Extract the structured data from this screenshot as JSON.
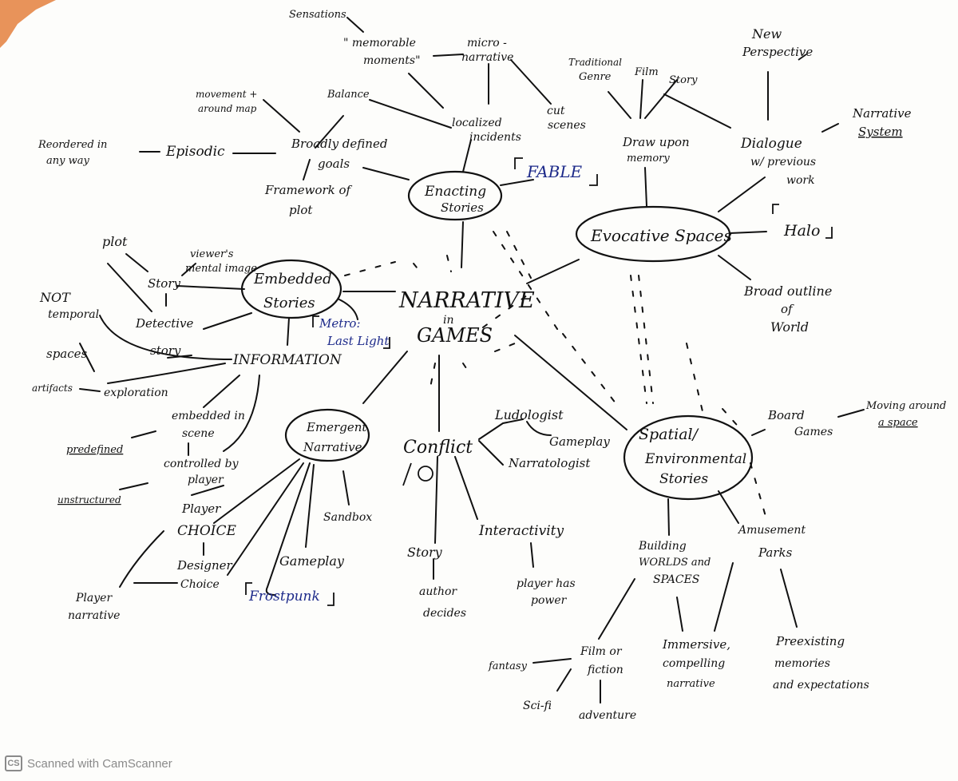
{
  "nodes": {
    "center_1": "NARRATIVE",
    "center_2": "in",
    "center_3": "GAMES",
    "enacting_1": "Enacting",
    "enacting_2": "Stories",
    "evocative": "Evocative Spaces",
    "embedded_1": "Embedded",
    "embedded_2": "Stories",
    "emergent_1": "Emergent",
    "emergent_2": "Narrative",
    "spatial_1": "Spatial/",
    "spatial_2": "Environmental",
    "spatial_3": "Stories",
    "conflict": "Conflict"
  },
  "labels": {
    "sensations": "Sensations",
    "memorable_1": "\" memorable",
    "memorable_2": "moments\"",
    "micro_1": "micro -",
    "micro_2": "narrative",
    "cut_1": "cut",
    "cut_2": "scenes",
    "localized_1": "localized",
    "localized_2": "incidents",
    "balance": "Balance",
    "movement_1": "movement +",
    "movement_2": "around map",
    "broadly_1": "Broadly defined",
    "broadly_2": "goals",
    "episodic": "Episodic",
    "reordered_1": "Reordered in",
    "reordered_2": "any way",
    "framework_1": "Framework of",
    "framework_2": "plot",
    "fable": "FABLE",
    "traditional_1": "Traditional",
    "traditional_2": "Genre",
    "film": "Film",
    "story_top": "Story",
    "draw_1": "Draw upon",
    "draw_2": "memory",
    "new_1": "New",
    "new_2": "Perspective",
    "dialogue_1": "Dialogue",
    "dialogue_2": "w/ previous",
    "dialogue_3": "work",
    "narrative_sys_1": "Narrative",
    "narrative_sys_2": "System",
    "halo": "Halo",
    "broad_1": "Broad outline",
    "broad_2": "of",
    "broad_3": "World",
    "plot": "plot",
    "story_left": "Story",
    "viewers_1": "viewer's",
    "viewers_2": "mental image",
    "not_1": "NOT",
    "not_2": "temporal",
    "detective_1": "Detective",
    "detective_2": "story",
    "spaces": "spaces",
    "metro_1": "Metro:",
    "metro_2": "Last Light",
    "information": "INFORMATION",
    "artifacts": "artifacts",
    "exploration": "exploration",
    "embedded_scene_1": "embedded in",
    "embedded_scene_2": "scene",
    "predefined": "predefined",
    "controlled_1": "controlled by",
    "controlled_2": "player",
    "unstructured": "unstructured",
    "player_choice_1": "Player",
    "player_choice_2": "CHOICE",
    "designer_1": "Designer",
    "designer_2": "Choice",
    "player_narr_1": "Player",
    "player_narr_2": "narrative",
    "sandbox": "Sandbox",
    "gameplay_low": "Gameplay",
    "frostpunk": "Frostpunk",
    "ludologist": "Ludologist",
    "gameplay_right": "Gameplay",
    "narratologist": "Narratologist",
    "interactivity": "Interactivity",
    "player_power_1": "player has",
    "player_power_2": "power",
    "story_low": "Story",
    "author_1": "author",
    "author_2": "decides",
    "board_1": "Board",
    "board_2": "Games",
    "moving_1": "Moving around",
    "moving_2": "a space",
    "building_1": "Building",
    "building_2": "WORLDS and",
    "building_3": "SPACES",
    "amusement_1": "Amusement",
    "amusement_2": "Parks",
    "film_fiction_1": "Film or",
    "film_fiction_2": "fiction",
    "fantasy": "fantasy",
    "scifi": "Sci-fi",
    "adventure": "adventure",
    "immersive_1": "Immersive,",
    "immersive_2": "compelling",
    "immersive_3": "narrative",
    "preexisting_1": "Preexisting",
    "preexisting_2": "memories",
    "preexisting_3": "and expectations"
  },
  "watermark": {
    "icon": "CS",
    "text": "Scanned with CamScanner"
  },
  "colors": {
    "ink": "#111111",
    "blue_ink": "#1d2a8a",
    "paper": "#fdfdfb",
    "torn_orange": "#e8935a"
  }
}
